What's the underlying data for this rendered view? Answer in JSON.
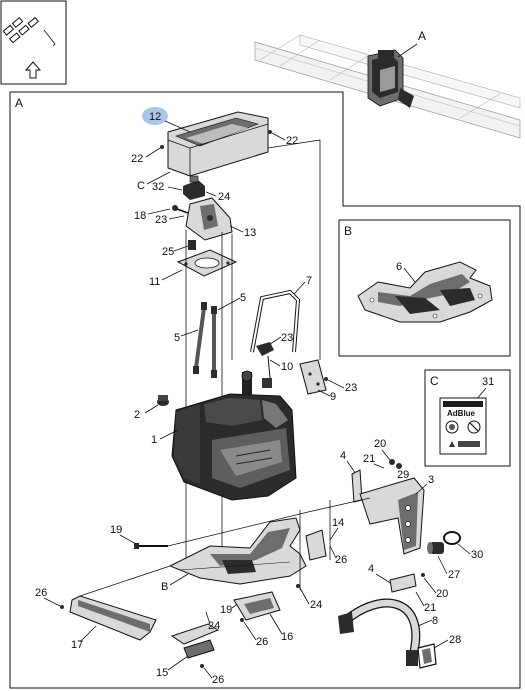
{
  "panels": {
    "main": "A",
    "detail_b": "B",
    "detail_c": "C",
    "overview_callout": "A"
  },
  "callouts": {
    "c1": "1",
    "c2": "2",
    "c3": "3",
    "c4a": "4",
    "c4b": "4",
    "c5a": "5",
    "c5b": "5",
    "c6": "6",
    "c7": "7",
    "c8": "8",
    "c9": "9",
    "c10": "10",
    "c11": "11",
    "c12": "12",
    "c13": "13",
    "c14": "14",
    "c15": "15",
    "c16": "16",
    "c17": "17",
    "c18": "18",
    "c19a": "19",
    "c19b": "19",
    "c20a": "20",
    "c20b": "20",
    "c21a": "21",
    "c21b": "21",
    "c22a": "22",
    "c22b": "22",
    "c23a": "23",
    "c23b": "23",
    "c23c": "23",
    "c24a": "24",
    "c24b": "24",
    "c24c": "24",
    "c25": "25",
    "c26a": "26",
    "c26b": "26",
    "c26c": "26",
    "c26d": "26",
    "c27": "27",
    "c28": "28",
    "c29": "29",
    "c30": "30",
    "c31": "31",
    "c32": "32",
    "cB": "B",
    "cC": "C"
  },
  "label_c": {
    "title": "AdBlue"
  },
  "highlight_color": "#a9c6ea",
  "icons": {
    "orientation": "page-orientation-icon"
  }
}
